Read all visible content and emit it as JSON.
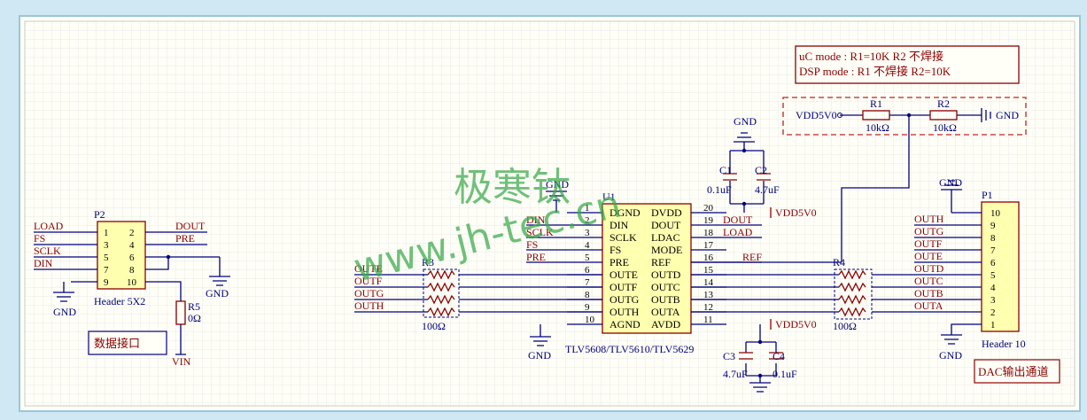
{
  "header_p2": {
    "designator": "P2",
    "model": "Header 5X2",
    "left_nets": [
      "LOAD",
      "FS",
      "SCLK",
      "DIN"
    ],
    "right_nets": [
      "DOUT",
      "PRE"
    ],
    "left_pins": [
      "1",
      "3",
      "5",
      "7",
      "9"
    ],
    "right_pins": [
      "2",
      "4",
      "6",
      "8",
      "10"
    ]
  },
  "gnd": "GND",
  "r5": {
    "designator": "R5",
    "value": "0Ω",
    "net": "VIN"
  },
  "interface_note": "数据接口",
  "r3": {
    "designator": "R3",
    "value": "100Ω",
    "nets": [
      "OUTE",
      "OUTF",
      "OUTG",
      "OUTH"
    ]
  },
  "u1": {
    "designator": "U1",
    "part": "TLV5608/TLV5610/TLV5629",
    "left_pins": [
      {
        "num": "1",
        "name": "DGND",
        "net": ""
      },
      {
        "num": "2",
        "name": "DIN",
        "net": "DIN"
      },
      {
        "num": "3",
        "name": "SCLK",
        "net": "SCLK"
      },
      {
        "num": "4",
        "name": "FS",
        "net": "FS"
      },
      {
        "num": "5",
        "name": "PRE",
        "net": "PRE"
      },
      {
        "num": "6",
        "name": "OUTE",
        "net": ""
      },
      {
        "num": "7",
        "name": "OUTF",
        "net": ""
      },
      {
        "num": "8",
        "name": "OUTG",
        "net": ""
      },
      {
        "num": "9",
        "name": "OUTH",
        "net": ""
      },
      {
        "num": "10",
        "name": "AGND",
        "net": ""
      }
    ],
    "right_pins": [
      {
        "num": "20",
        "name": "DVDD",
        "net": ""
      },
      {
        "num": "19",
        "name": "DOUT",
        "net": "DOUT"
      },
      {
        "num": "18",
        "name": "LDAC",
        "net": "LOAD"
      },
      {
        "num": "17",
        "name": "MODE",
        "net": ""
      },
      {
        "num": "16",
        "name": "REF",
        "net": "REF"
      },
      {
        "num": "15",
        "name": "OUTD",
        "net": ""
      },
      {
        "num": "14",
        "name": "OUTC",
        "net": ""
      },
      {
        "num": "13",
        "name": "OUTB",
        "net": ""
      },
      {
        "num": "12",
        "name": "OUTA",
        "net": ""
      },
      {
        "num": "11",
        "name": "AVDD",
        "net": ""
      }
    ]
  },
  "vdd": "VDD5V0",
  "caps_top": {
    "c1": "C1",
    "c1_value": "0.1uF",
    "c2": "C2",
    "c2_value": "4.7uF"
  },
  "caps_bottom": {
    "c3": "C3",
    "c3_value": "4.7uF",
    "c4": "C4",
    "c4_value": "0.1uF"
  },
  "r4": {
    "designator": "R4",
    "value": "100Ω"
  },
  "p1": {
    "designator": "P1",
    "model": "Header 10",
    "nets": [
      "OUTH",
      "OUTG",
      "OUTF",
      "OUTE",
      "OUTD",
      "OUTC",
      "OUTB",
      "OUTA"
    ],
    "pins": [
      "10",
      "9",
      "8",
      "7",
      "6",
      "5",
      "4",
      "3",
      "2",
      "1"
    ]
  },
  "mode_note": {
    "line1": "uC  mode :  R1=10K    R2 不焊接",
    "line2": "DSP mode :  R1 不焊接  R2=10K"
  },
  "divider": {
    "supply": "VDD5V0",
    "r1": "R1",
    "r1_value": "10kΩ",
    "r2": "R2",
    "r2_value": "10kΩ",
    "gnd": "GND"
  },
  "dac_note": "DAC输出通道",
  "watermark": {
    "line1": "极寒钛",
    "line2": "www.jh-tec.cn"
  }
}
